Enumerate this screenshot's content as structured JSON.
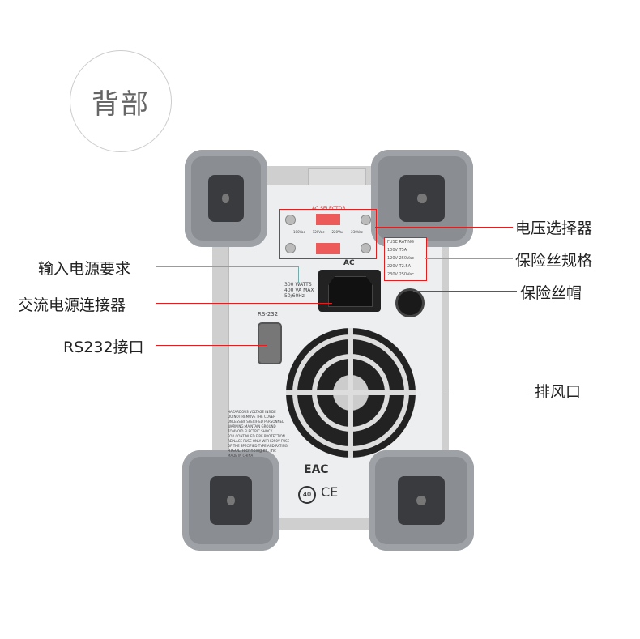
{
  "badge": {
    "text": "背部"
  },
  "device": {
    "ac_selector_label": "AC SELECTOR",
    "voltage_options": [
      "100Vac",
      "120Vac",
      "220Vac",
      "230Vac"
    ],
    "ac_label": "AC",
    "power_spec": [
      "300 WATTS",
      "400 VA MAX",
      "50/60Hz"
    ],
    "fuse_rating": {
      "title": "FUSE RATING",
      "rows": [
        [
          "100V",
          "T5A"
        ],
        [
          "120V",
          "250Vac"
        ],
        [
          "220V",
          "T2.5A"
        ],
        [
          "230V",
          "250Vac"
        ]
      ]
    },
    "rs232_label": "RS-232",
    "warning": [
      "HAZARDOUS VOLTAGE INSIDE",
      "DO NOT REMOVE THE COVER",
      "UNLESS BY SPECIFIED PERSONNEL",
      "WARNING:MAINTAIN GROUND",
      "TO AVOID ELECTRIC SHOCK",
      "FOR CONTINUED FIRE PROTECTION",
      "REPLACE FUSE ONLY WITH 250V FUSE",
      "OF THE SPECIFIED TYPE AND RATING"
    ],
    "brand": "RIGOL Technologies, Inc",
    "made_in": "MADE IN CHINA",
    "marks": [
      "EAC",
      "40",
      "CE"
    ]
  },
  "callouts": {
    "voltage_selector": "电压选择器",
    "fuse_spec": "保险丝规格",
    "fuse_cap": "保险丝帽",
    "vent": "排风口",
    "input_power": "输入电源要求",
    "ac_connector": "交流电源连接器",
    "rs232": "RS232接口"
  },
  "colors": {
    "callout_red": "#e02020",
    "callout_gray": "#7aa"
  }
}
